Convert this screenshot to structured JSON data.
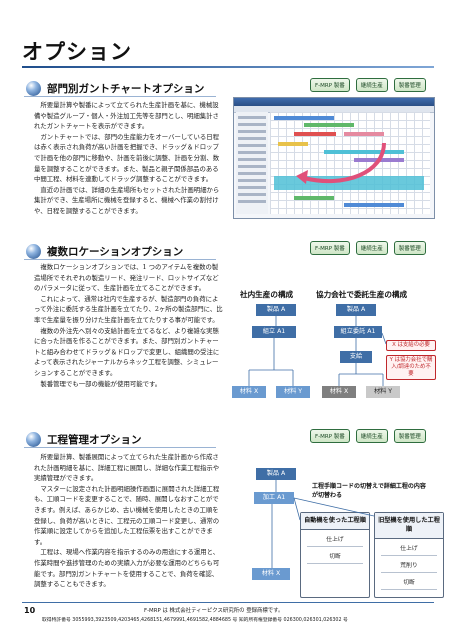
{
  "page_title": "オプション",
  "sections": [
    {
      "title": "部門別ガントチャートオプション",
      "tags": [
        "F-MRP 製番",
        "継続生産",
        "製番管理"
      ],
      "paragraphs": [
        "所要量計算や製番によって立てられた生産計画を基に、機械設備や製造グループ・個人・外注加工先等を部門とし、明細集計されたガントチャートを表示ができます。",
        "ガントチャートでは、部門の生産能力をオーバーしている日程は赤く表示され負荷が高い計画を把握でき、ドラッグ＆ドロップで計画を他の部門に移動や、計画を前後に調整、計画を分割、数量を調整することができます。また、製品と親子関係部品のある中間工程、材料を連動してドラッグ調整することができます。",
        "直近の計画では、詳細の生産場所もセットされた計画明細から集計ができ、生産場所に機械を登録すると、機械へ作業の割付けや、日程を調整することができます。"
      ]
    },
    {
      "title": "複数ロケーションオプション",
      "tags": [
        "F-MRP 製番",
        "継続生産",
        "製番管理"
      ],
      "paragraphs": [
        "複数ロケーションオプションでは、1 つのアイテムを複数の製造場所でそれぞれの製造リード、発注リード、ロットサイズなどのパラメータに従って、生産計画を立てることができます。",
        "これによって、通常は社内で生産するが、製造部門の負荷によって外注に委託する生産計画を立てたり、2ヶ所の製造部門に、比率で生産量を振り分けた生産計画を立てたりする事が可能です。",
        "複数の外注先へ別々の支給計画を立てるなど、より複雑な実態に合った計画を作ることができます。また、部門別ガントチャートと組み合わせてドラッグ＆ドロップで変更し、組織間の受注によって表示されたジャーナルからネック工程を調整、シミュレーションすることができます。",
        "製番管理でも一部の機能が使用可能です。"
      ]
    },
    {
      "title": "工程管理オプション",
      "tags": [
        "F-MRP 製番",
        "継続生産",
        "製番管理"
      ],
      "paragraphs": [
        "所要量計算、製番展開によって立てられた生産計画から作成された計画明細を基に、詳細工程に展開し、詳細な作業工程指示や実績管理ができます。",
        "マスターに設定された計画明細操作画面に展開された詳細工程も、工順コードを変更することで、随時、展開しなおすことができます。例えば、あらかじめ、古い機械を使用したときの工順を登録し、負荷が高いときに、工程元の工順コード変更し、通常の作業順に設定してからを追加した工程伝票を出すことができます。",
        "工程は、現場へ作業内容を指示するのみの用途にする運用と、作業時間や進捗管理のための実績入力が必要な運用のどちらも可能です。部門別ガントチャートを使用することで、負荷を確認、調整することもできます。"
      ]
    }
  ],
  "diagram2": {
    "left_label": "社内生産の構成",
    "right_label": "協力会社で委託生産の構成",
    "left": {
      "product": "製品 A",
      "sub": "組立 A1",
      "mat1": "材料 X",
      "mat2": "材料 Y"
    },
    "right": {
      "product": "製品 A",
      "sub": "組立委託 A1",
      "supply": "支給",
      "mat1": "材料 X",
      "mat2": "材料 Y"
    },
    "note1": "X は支給の必要",
    "note2": "Y は協力会社で購入/調達のため不要"
  },
  "diagram3": {
    "product": "製品 A",
    "process": "加工 A1",
    "material": "材料 X",
    "notice": "工程手順コードの切替えで詳細工程の内容が切替わる",
    "card_left": {
      "title": "自動機を使った工程順",
      "items": [
        "仕上げ",
        "切断"
      ]
    },
    "card_right": {
      "title": "旧型機を使用した工程順",
      "items": [
        "仕上げ",
        "荒削り",
        "切断"
      ]
    }
  },
  "footer": {
    "page_number": "10",
    "trademark": "F-MRP は 株式会社ティーピクス研究所の 登録商標です。",
    "patents": "取得特許番号 3055993,3923509,4203465,4268151,4679991,4691582,4884685 号 知的所有権登録番号 026300,026301,026302 号"
  },
  "colors": {
    "accent": "#1f4e8c",
    "tag_green": "#2f6d3f",
    "note_red": "#c0282c"
  }
}
